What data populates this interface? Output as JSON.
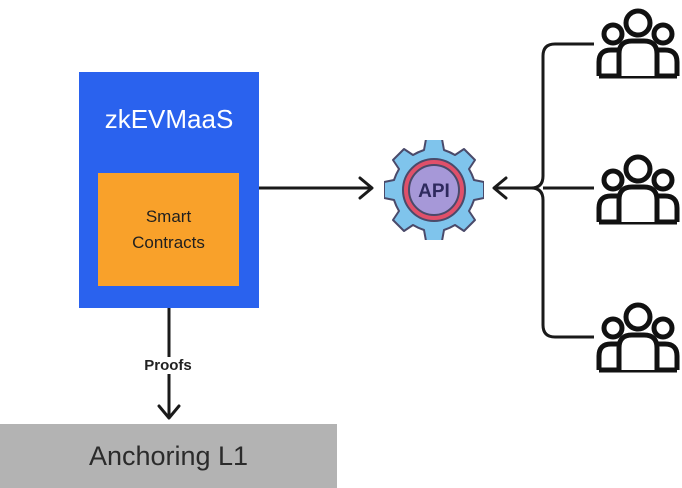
{
  "zkevm": {
    "title": "zkEVMaaS"
  },
  "smart_contracts": {
    "label": "Smart Contracts"
  },
  "anchor": {
    "label": "Anchoring L1"
  },
  "proofs": {
    "label": "Proofs"
  },
  "api": {
    "label": "API",
    "icon": "gear-api-icon"
  },
  "users": [
    {
      "icon": "user-group-icon"
    },
    {
      "icon": "user-group-icon"
    },
    {
      "icon": "user-group-icon"
    }
  ],
  "colors": {
    "zkevm_blue": "#2a62ee",
    "contracts_orange": "#f9a12a",
    "anchor_gray": "#b3b3b3",
    "api_gear_blue": "#7fc4ec",
    "api_ring_red": "#e0506a",
    "api_inner_purple": "#a698d8",
    "line": "#1a1a1a"
  }
}
